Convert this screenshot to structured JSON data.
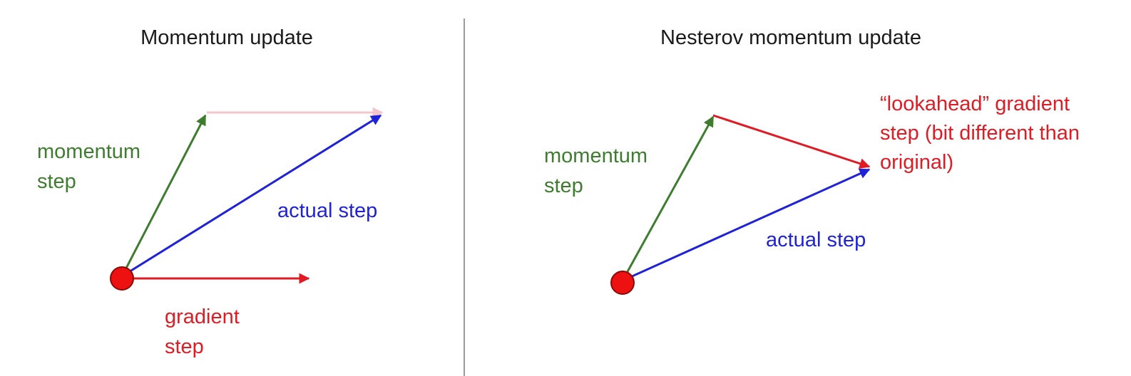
{
  "colors": {
    "background": "#ffffff",
    "divider": "#9a9a9a",
    "title_text": "#1a1a1a",
    "momentum": "#3e7d2f",
    "gradient": "#e01b24",
    "actual": "#1f22d8",
    "ghost_arrow": "#f4c6cc",
    "point_fill": "#ee1111",
    "point_stroke": "#8a0a0a"
  },
  "icons": {
    "start_point": "red-circle",
    "arrowhead": "triangle"
  },
  "left_panel": {
    "title": "Momentum update",
    "labels": {
      "momentum_line1": "momentum",
      "momentum_line2": "step",
      "actual": "actual step",
      "gradient_line1": "gradient",
      "gradient_line2": "step"
    }
  },
  "right_panel": {
    "title": "Nesterov momentum update",
    "labels": {
      "momentum_line1": "momentum",
      "momentum_line2": "step",
      "actual": "actual step",
      "lookahead_line1": "“lookahead” gradient",
      "lookahead_line2": "step (bit different than",
      "lookahead_line3": "original)"
    }
  }
}
